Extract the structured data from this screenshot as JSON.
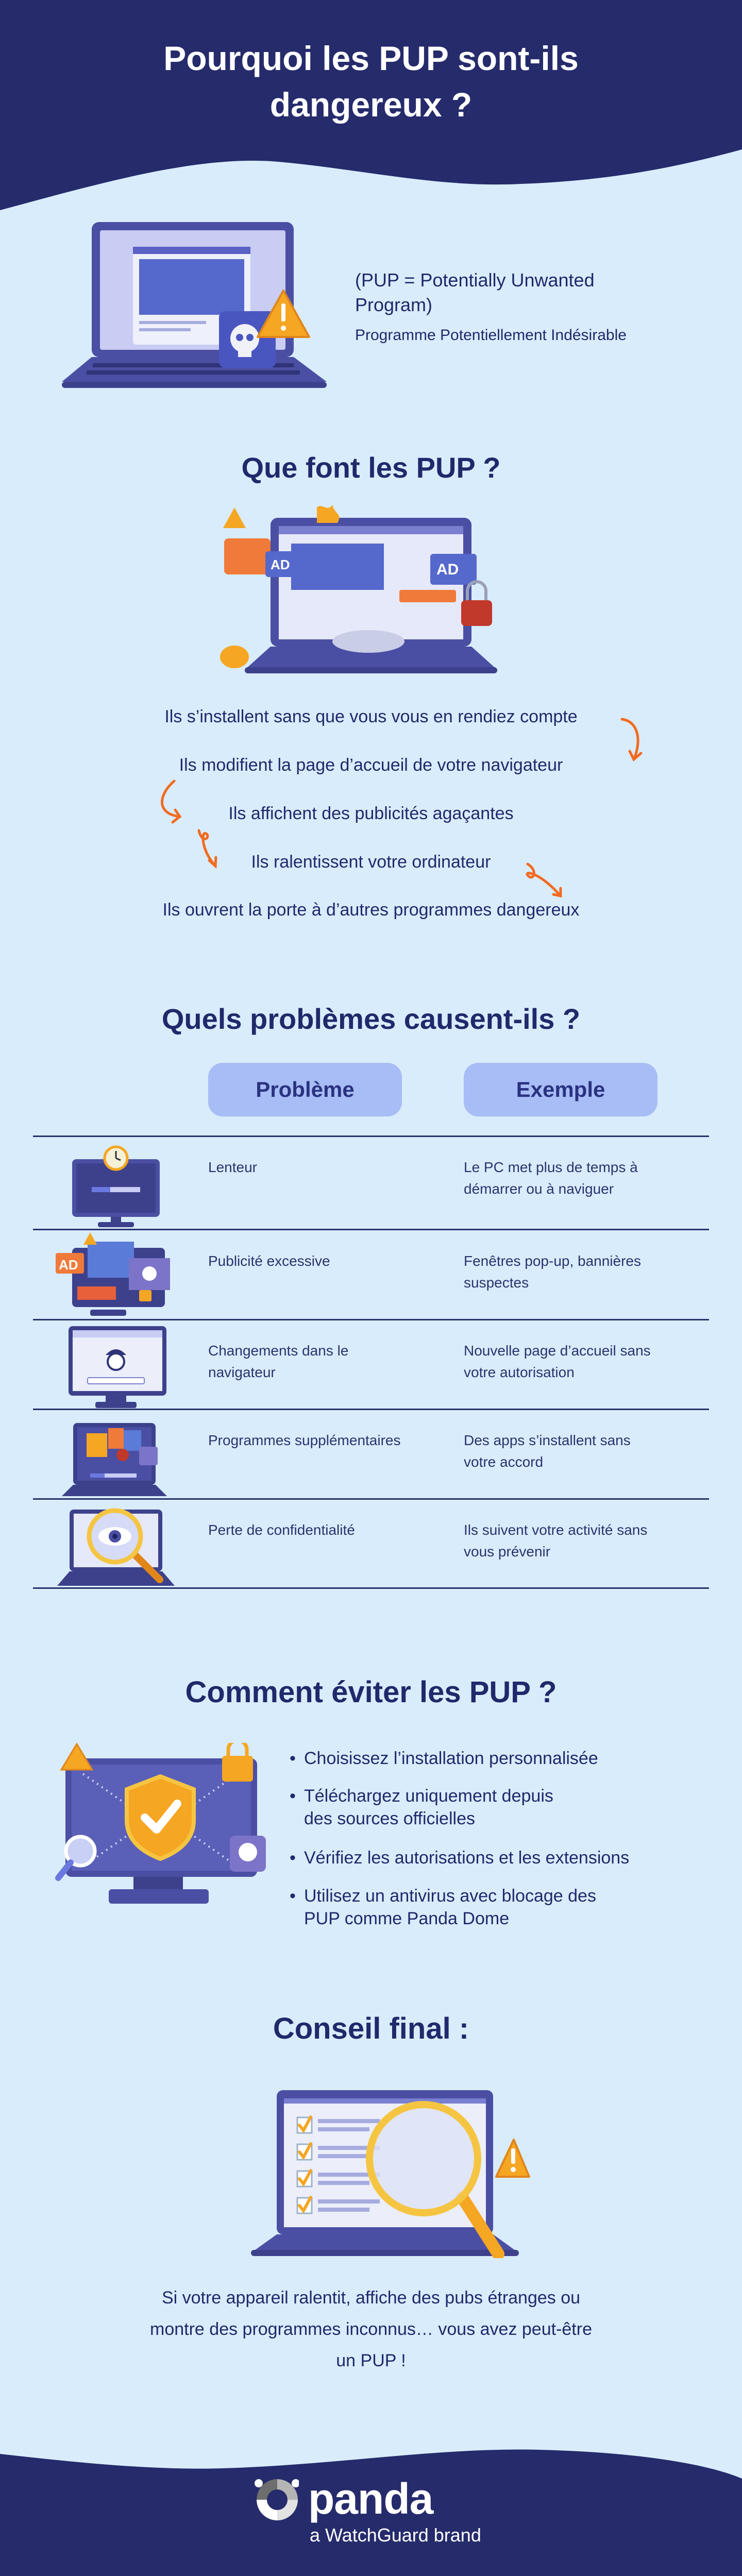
{
  "header": {
    "title_line1": "Pourquoi les PUP sont-ils",
    "title_line2": "dangereux ?"
  },
  "intro": {
    "definition_line1": "(PUP = Potentially Unwanted",
    "definition_line2": "Program)",
    "translation": "Programme Potentiellement Indésirable"
  },
  "what": {
    "heading": "Que font les PUP ?",
    "items": [
      "Ils s’installent sans que vous vous en rendiez compte",
      "Ils modifient la page d’accueil de votre navigateur",
      "Ils affichent des publicités agaçantes",
      "Ils ralentissent votre ordinateur",
      "Ils ouvrent la porte à d’autres programmes dangereux"
    ]
  },
  "problems": {
    "heading": "Quels problèmes causent-ils ?",
    "col_problem": "Problème",
    "col_example": "Exemple",
    "rows": [
      {
        "icon": "slow-monitor-clock-icon",
        "problem": "Lenteur",
        "example_l1": "Le PC met plus de temps à",
        "example_l2": "démarrer ou à naviguer"
      },
      {
        "icon": "ad-popups-monitor-icon",
        "problem": "Publicité excessive",
        "example_l1": "Fenêtres pop-up, bannières",
        "example_l2": "suspectes"
      },
      {
        "icon": "pirate-browser-monitor-icon",
        "problem_l1": "Changements dans le",
        "problem_l2": "navigateur",
        "example_l1": "Nouvelle page d’accueil sans",
        "example_l2": "votre autorisation"
      },
      {
        "icon": "installing-apps-laptop-icon",
        "problem": "Programmes supplémentaires",
        "example_l1": "Des apps s’installent sans",
        "example_l2": "votre accord"
      },
      {
        "icon": "eye-magnifier-laptop-icon",
        "problem": "Perte de confidentialité",
        "example_l1": "Ils suivent votre activité sans",
        "example_l2": "vous prévenir"
      }
    ]
  },
  "avoid": {
    "heading": "Comment éviter les PUP ?",
    "bullets": [
      {
        "l1": "Choisissez l’installation personnalisée"
      },
      {
        "l1": "Téléchargez uniquement depuis",
        "l2": "des sources officielles"
      },
      {
        "l1": "Vérifiez les autorisations et les extensions"
      },
      {
        "l1": "Utilisez un antivirus avec blocage des",
        "l2": "PUP comme Panda Dome"
      }
    ]
  },
  "final": {
    "heading": "Conseil final :",
    "line1": "Si votre appareil ralentit, affiche des pubs étranges ou",
    "line2": "montre des programmes inconnus… vous avez peut-être",
    "line3": "un PUP !"
  },
  "footer": {
    "brand": "panda",
    "tagline": "a WatchGuard brand"
  },
  "colors": {
    "navy": "#252b6b",
    "background": "#d9ecfb",
    "header_box": "#a8bcf6",
    "arrow": "#f26b21",
    "accent": "#f5a623"
  }
}
